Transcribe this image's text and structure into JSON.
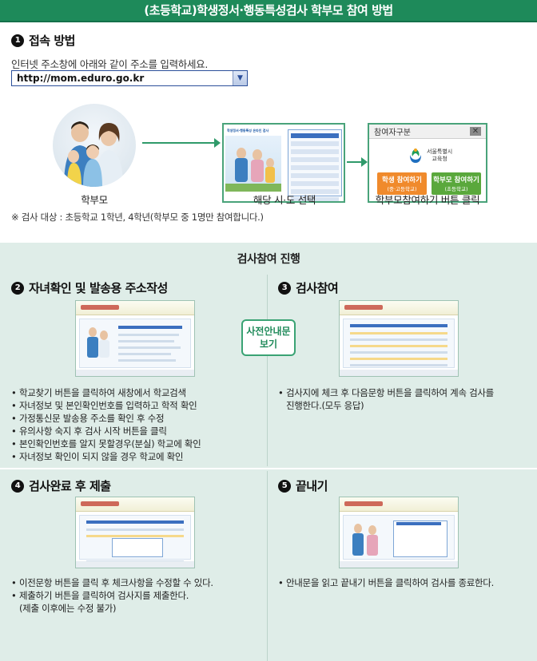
{
  "title": "(초등학교)학생정서·행동특성검사 학부모 참여 방법",
  "step1": {
    "num": "1",
    "heading": "접속 방법",
    "desc": "인터넷 주소창에 아래와 같이 주소를 입력하세요.",
    "url": "http://mom.eduro.go.kr",
    "labels": [
      "학부모",
      "해당 시·도 선택",
      "학부모참여하기 버튼 클릭"
    ],
    "dialog": {
      "title": "참여자구분",
      "close": "✕",
      "org": "서울특별시\n교육청",
      "student_btn": "학생 참여하기",
      "student_sub": "(중·고등학교)",
      "parent_btn": "학부모 참여하기",
      "parent_sub": "(초등학교)"
    },
    "note": "※ 검사 대상 : 초등학교 1학년, 4학년(학부모 중 1명만 참여합니다.)"
  },
  "section2_title": "검사참여 진행",
  "preview_button": [
    "사전안내문",
    "보기"
  ],
  "step2": {
    "num": "2",
    "heading": "자녀확인 및 발송용 주소작성",
    "items": [
      "학교찾기 버튼을 클릭하여 새창에서 학교검색",
      "자녀정보 및 본인확인번호를 입력하고 학적 확인",
      "가정통신문 발송용 주소를 확인 후 수정",
      "유의사항 숙지 후 검사 시작 버튼을 클릭",
      "본인확인번호를 알지 못할경우(분실) 학교에 확인",
      "자녀정보 확인이 되지 않을 경우 학교에 확인"
    ]
  },
  "step3": {
    "num": "3",
    "heading": "검사참여",
    "items": [
      "검사지에 체크 후 다음문항 버튼을 클릭하여 계속 검사를"
    ],
    "cont": "진행한다.(모두 응답)"
  },
  "step4": {
    "num": "4",
    "heading": "검사완료 후 제출",
    "items": [
      "이전문항 버튼을 클릭 후 체크사항을 수정할 수 있다.",
      "제출하기 버튼을 클릭하여 검사지를 제출한다."
    ],
    "cont": "(제출 이후에는 수정 불가)"
  },
  "step5": {
    "num": "5",
    "heading": "끝내기",
    "items": [
      "안내문을 읽고 끝내기 버튼을 클릭하여 검사를 종료한다."
    ]
  },
  "colors": {
    "title_bg": "#1e8a5a",
    "section_bg": "#dfede8",
    "accent": "#2f9a6a",
    "orange": "#f08a2c",
    "green_btn": "#5aa83c"
  }
}
